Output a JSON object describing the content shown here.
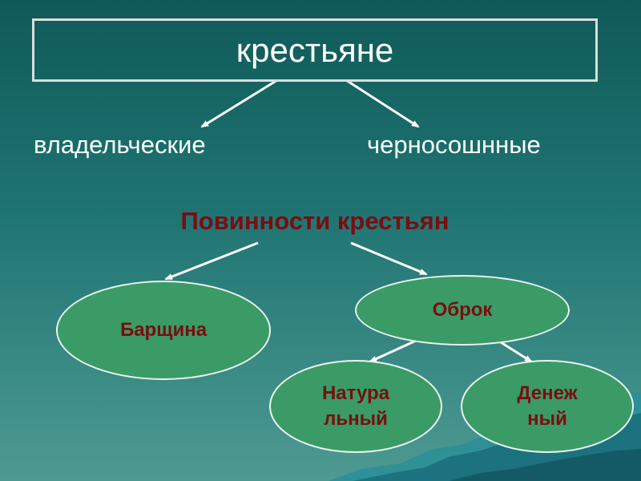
{
  "diagram": {
    "title": "крестьяне",
    "categories": [
      "владельческие",
      "черносошнные"
    ],
    "duties_title": "Повинности крестьян",
    "duties": {
      "corvee": "Барщина",
      "quitrent": "Оброк",
      "in_kind": "Натура\nльный",
      "monetary": "Денеж\nный"
    }
  },
  "colors": {
    "background": "#1f7573",
    "oval_fill": "#3a9b66",
    "dark_red_text": "#7a0d10",
    "white": "#ffffff"
  }
}
